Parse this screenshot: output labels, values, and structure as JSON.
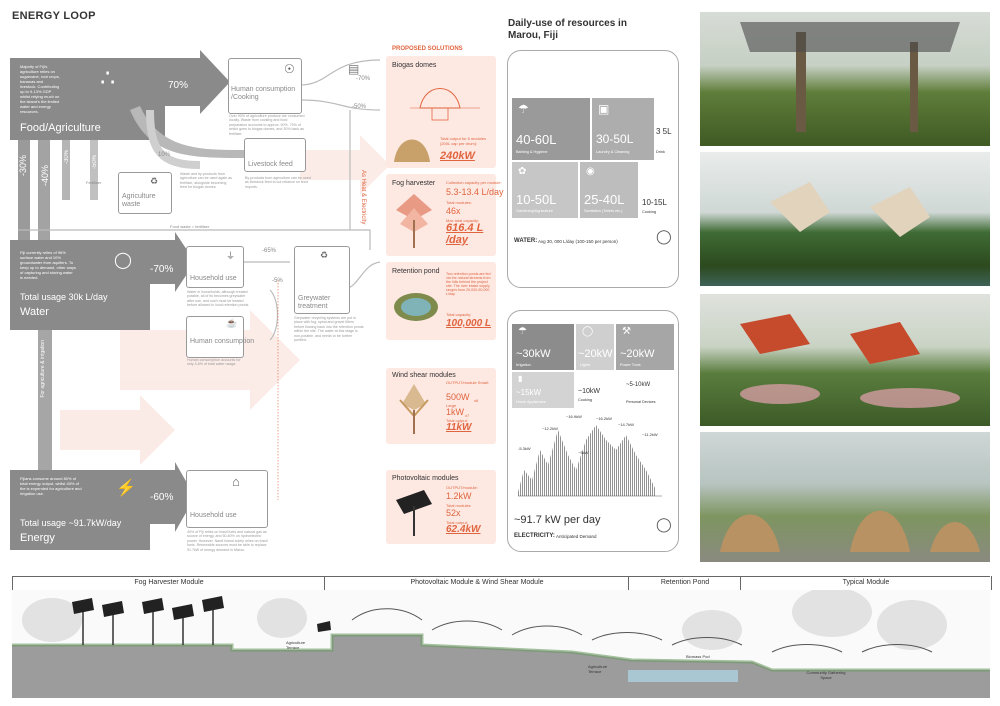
{
  "title": "ENERGY LOOP",
  "sources": {
    "food": {
      "name": "Food/Agriculture",
      "desc": "Majority of Fiji's agriculture relies on sugarcane, root crops, bananas and livestock. Contributing up to 9-13% GDP whilst relying much on the island's the limited water and energy resources.",
      "pct_main": "70%",
      "pct_v1": "-30%",
      "pct_v2": "-40%",
      "pct_v3": "10%",
      "pct_v4": "20%",
      "pct_v5": "-50%",
      "pct_v6": "-30%"
    },
    "water": {
      "name": "Water",
      "usage": "Total usage 30k L/day",
      "desc": "Fiji currently relies of 96% surface water and 10% groundwater from aquifers. To keep up to demand, other ways of capturing and storing water is needed.",
      "pct": "-70%"
    },
    "energy": {
      "name": "Energy",
      "usage": "Total usage ~91.7kW/day",
      "desc": "Fijians consume around 80% of total energy output, whilst 40% of the is expended for agriculture and irrigation use.",
      "pct": "-60%"
    }
  },
  "nodes": {
    "human_consumption_cooking": {
      "label": "Human consumption /Cooking",
      "desc": "Over 90% of agriculture produce are consumed locally. Waste from cooking and food preparation accounts to approx. 90%. 70% of which goes to biogas domes, and 30% back as fertiliser."
    },
    "livestock_feed": {
      "label": "Livestock feed",
      "desc": "By-products from agriculture can be used as livestock feed to cut reliance on feed imports."
    },
    "agriculture_waste": {
      "label": "Agriculture waste",
      "desc": "Waste and by-products from agriculture can be used again as fertiliser, alongside becoming feed for biogas domes."
    },
    "household_use": {
      "label": "Household use",
      "desc": "Water in households, although treated potable, all of its becomes greywater after use, and such must be treated before allowed in local retention ponds."
    },
    "human_consumption": {
      "label": "Human consumption",
      "desc": "Human consumption accounts for only 4-6% of total water usage."
    },
    "greywater_treatment": {
      "label": "Greywater treatment",
      "desc": "Greywater recycling systems are put in place with fog, spiral and gravel filters before flowing back into the retention ponds within the site. The water at this stage is non-potable, and needs to be further purified."
    },
    "household_use_energy": {
      "label": "Household use",
      "desc": "40% of Fiji relies on fossil fuels and natural gas as source of energy, and 50-60% on hydroelectric power. However, Nardi Island solely relies on fossil fuels. Renewable sources must be able to replace 91.7kW of energy demand in Marou."
    }
  },
  "flow_labels": {
    "fertiliser": "Fertiliser",
    "food_waste": "Food waste = fertiliser",
    "as_heat": "As Heat & Electricity",
    "fog_irrigation": "For agriculture & irrigation",
    "p65": "-65%",
    "p5": "-5%",
    "p70b": "-70%",
    "p50b": "-50%"
  },
  "solutions": {
    "header": "PROPOSED SOLUTIONS",
    "biogas": {
      "title": "Biogas domes",
      "info": "Total output for 6 modules (200L cap per drum):",
      "value": "240kW"
    },
    "fog": {
      "title": "Fog harvester",
      "info1": "Collection capacity per module:",
      "v1": "5.3-13.4 L/day",
      "info2": "Total modules:",
      "v2": "46x",
      "info3": "Max total capacity:",
      "v3": "616.4 L /day"
    },
    "pond": {
      "title": "Retention pond",
      "info1": "Two retention ponds are fed via the natural streams from the hills behind the project site. The river intake supply ranges from 20,000-50,000 L/day.",
      "info2": "Total capacity:",
      "value": "100,000 L"
    },
    "wind": {
      "title": "Wind shear modules",
      "info1": "OUTPUT/module Small:",
      "v1": "500W",
      "n1": "x6",
      "info2": "Large",
      "v2": "1kW",
      "n2": "x7",
      "info3": "Total output:",
      "v3": "11kW"
    },
    "pv": {
      "title": "Photovoltaic modules",
      "info1": "OUTPUT/module:",
      "v1": "1.2kW",
      "info2": "Total modules",
      "v2": "52x",
      "info3": "Total output:",
      "v3": "62.4kW"
    }
  },
  "daily": {
    "title": "Daily-use of resources in Marou, Fiji",
    "water_tiles": [
      {
        "value": "40-60L",
        "label": "Bathing & Hygiene"
      },
      {
        "value": "30-50L",
        "label": "Laundry & Cleaning"
      },
      {
        "value": "3 5L",
        "label": "Drink"
      },
      {
        "value": "10-50L",
        "label": "Gardening/Agriculture"
      },
      {
        "value": "25-40L",
        "label": "Sanitation (Toilets etc.)"
      },
      {
        "value": "10-15L",
        "label": "Cooking"
      }
    ],
    "water_caption": "WATER:",
    "water_sub": "Avg 30, 000 L/day (100-150 per person)",
    "elec_tiles": [
      {
        "value": "~30kW",
        "label": "Irrigation"
      },
      {
        "value": "~20kW",
        "label": "Lights"
      },
      {
        "value": "~20kW",
        "label": "Power Tools"
      },
      {
        "value": "~15kW",
        "label": "Home Appliances"
      },
      {
        "value": "~10kW",
        "label": "Cooking"
      },
      {
        "value": "~5-10kW",
        "label": "Personal Devices"
      }
    ],
    "elec_total": "~91.7 kW per day",
    "elec_caption": "ELECTRICITY:",
    "elec_sub": "Anticipated Demand",
    "peaks": [
      "-5.3kW",
      "~12.2kW",
      "~16.9kW",
      "~9kW",
      "~16.2kW",
      "~14.7kW",
      "~11.2kW"
    ]
  },
  "section": {
    "labels": [
      "Fog Harvester Module",
      "Photovoltaic Module & Wind Shear Module",
      "Retention Pond",
      "Typical Module"
    ],
    "annotations": [
      "Agriculture Terrace",
      "Agriculture Terrace",
      "Biomass Pod",
      "Community Gathering Space"
    ]
  },
  "colors": {
    "grey": "#8a8a8a",
    "dark": "#6e6e6e",
    "accent": "#e0653f",
    "pink": "#fde8e2",
    "tile": "#b4b4b4"
  }
}
